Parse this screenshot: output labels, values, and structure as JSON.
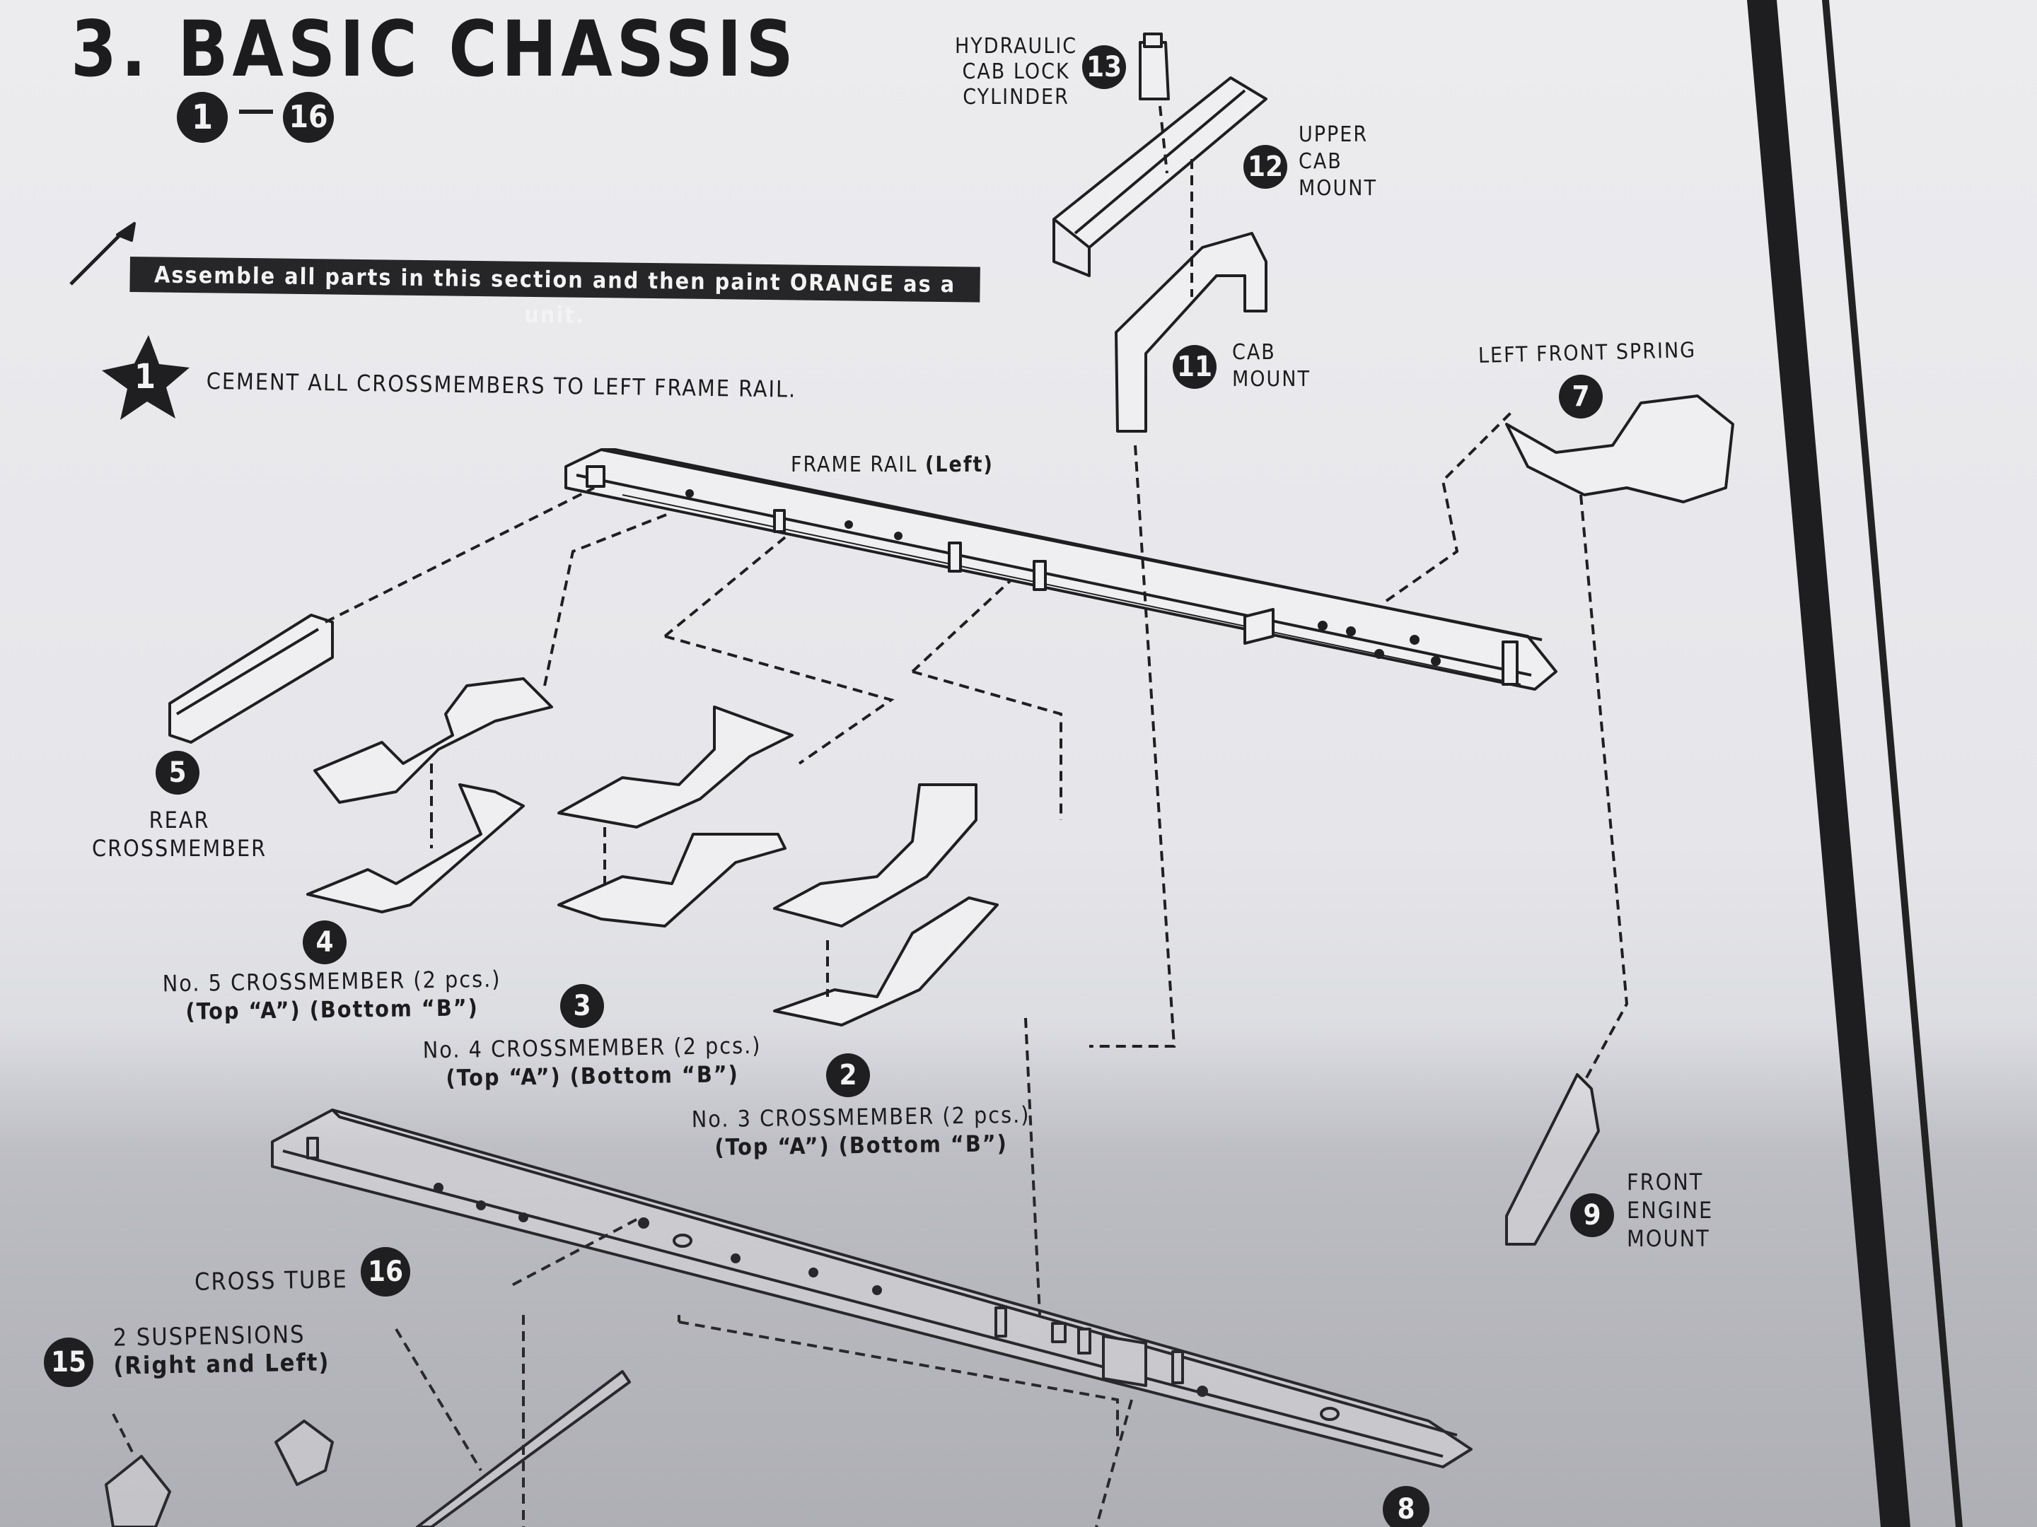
{
  "section_title": "3. BASIC CHASSIS",
  "part_range": {
    "start": "1",
    "end": "16"
  },
  "instruction_banner": "Assemble all parts in this section and then paint ORANGE as a unit.",
  "step": {
    "number": "1",
    "text": "CEMENT ALL CROSSMEMBERS TO LEFT FRAME RAIL."
  },
  "frame_rail_label": {
    "main": "FRAME RAIL",
    "qualifier": "(Left)"
  },
  "parts": [
    {
      "number": "13",
      "lines": [
        "HYDRAULIC",
        "CAB LOCK",
        "CYLINDER"
      ]
    },
    {
      "number": "12",
      "lines": [
        "UPPER",
        "CAB",
        "MOUNT"
      ]
    },
    {
      "number": "11",
      "lines": [
        "CAB",
        "MOUNT"
      ]
    },
    {
      "number": "7",
      "lines": [
        "LEFT FRONT SPRING"
      ]
    },
    {
      "number": "5",
      "lines": [
        "REAR",
        "CROSSMEMBER"
      ]
    },
    {
      "number": "4",
      "lines": [
        "No. 5 CROSSMEMBER (2 pcs.)",
        "(Top “A”) (Bottom “B”)"
      ]
    },
    {
      "number": "3",
      "lines": [
        "No. 4 CROSSMEMBER (2 pcs.)",
        "(Top “A”) (Bottom “B”)"
      ]
    },
    {
      "number": "2",
      "lines": [
        "No. 3 CROSSMEMBER (2 pcs.)",
        "(Top “A”) (Bottom “B”)"
      ]
    },
    {
      "number": "9",
      "lines": [
        "FRONT",
        "ENGINE",
        "MOUNT"
      ]
    },
    {
      "number": "16",
      "lines": [
        "CROSS TUBE"
      ]
    },
    {
      "number": "15",
      "lines": [
        "2 SUSPENSIONS",
        "(Right and Left)"
      ]
    },
    {
      "number": "8",
      "lines": []
    }
  ],
  "colors": {
    "ink": "#1f1f21",
    "paper": "#ececef",
    "banner_bg": "#262628",
    "banner_text": "#f3f3f3"
  },
  "icons": [
    "paint-brush-icon",
    "step-star-icon"
  ]
}
